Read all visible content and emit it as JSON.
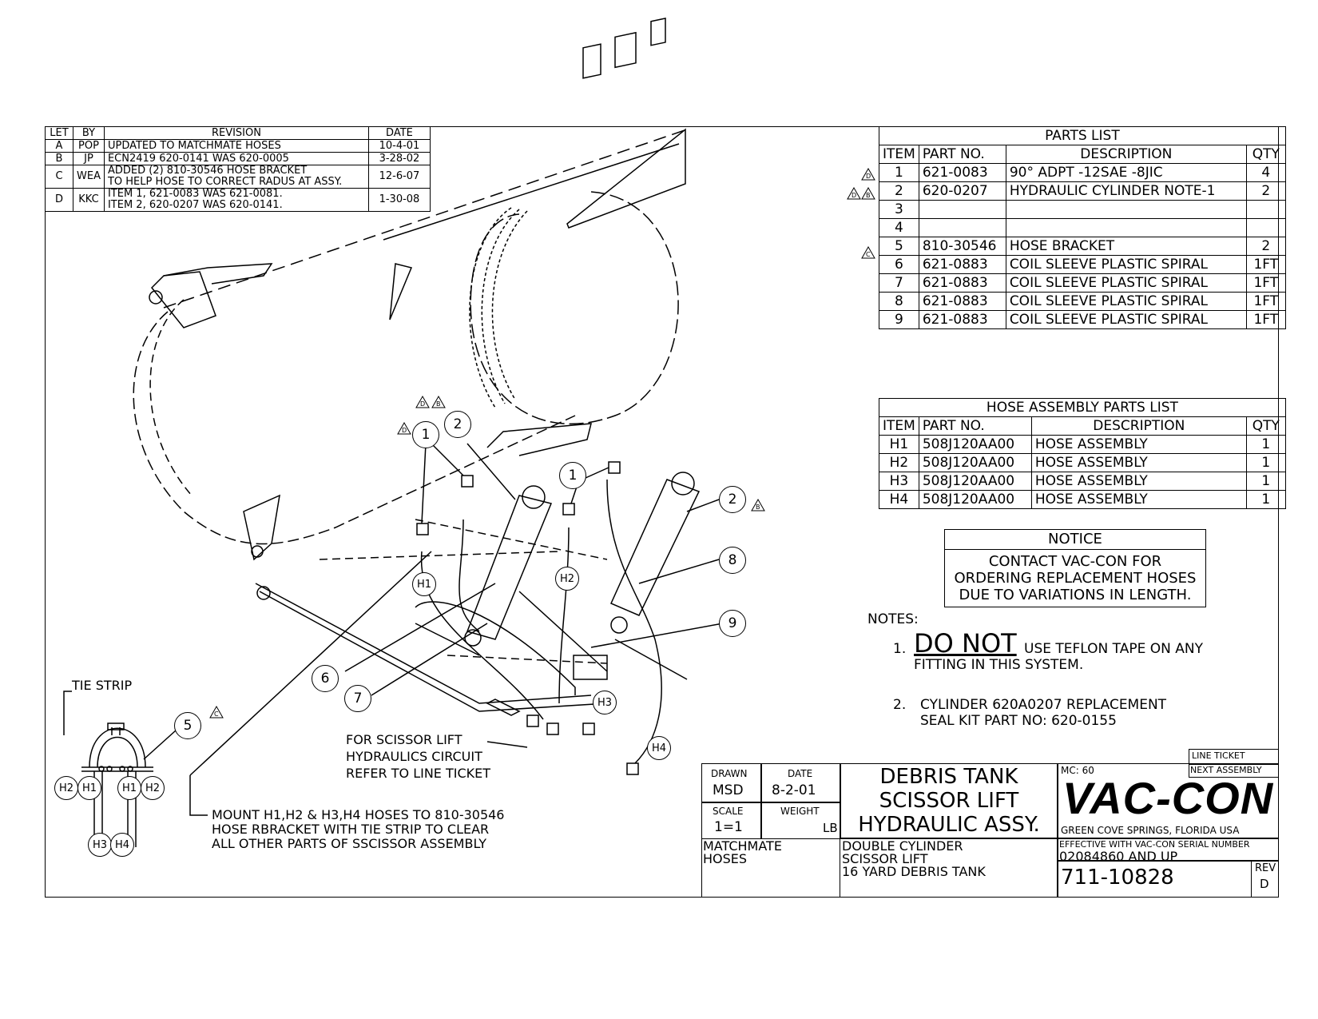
{
  "revisions": {
    "headers": [
      "LET",
      "BY",
      "REVISION",
      "DATE"
    ],
    "rows": [
      {
        "let": "A",
        "by": "POP",
        "revision": "UPDATED TO MATCHMATE HOSES",
        "revision2": "",
        "date": "10-4-01"
      },
      {
        "let": "B",
        "by": "JP",
        "revision": "ECN2419 620-0141 WAS 620-0005",
        "revision2": "",
        "date": "3-28-02"
      },
      {
        "let": "C",
        "by": "WEA",
        "revision": "ADDED (2) 810-30546 HOSE BRACKET",
        "revision2": "TO HELP HOSE TO CORRECT RADUS AT ASSY.",
        "date": "12-6-07"
      },
      {
        "let": "D",
        "by": "KKC",
        "revision": "ITEM 1, 621-0083 WAS 621-0081.",
        "revision2": "ITEM 2, 620-0207 WAS 620-0141.",
        "date": "1-30-08"
      }
    ]
  },
  "parts_list": {
    "title": "PARTS LIST",
    "headers": [
      "ITEM",
      "PART NO.",
      "DESCRIPTION",
      "QTY"
    ],
    "rows": [
      {
        "rev": "D",
        "item": "1",
        "part": "621-0083",
        "desc": "90° ADPT -12SAE -8JIC",
        "qty": "4"
      },
      {
        "rev": "D B",
        "item": "2",
        "part": "620-0207",
        "desc": "HYDRAULIC CYLINDER  NOTE-1",
        "qty": "2"
      },
      {
        "rev": "",
        "item": "3",
        "part": "",
        "desc": "",
        "qty": ""
      },
      {
        "rev": "",
        "item": "4",
        "part": "",
        "desc": "",
        "qty": ""
      },
      {
        "rev": "C",
        "item": "5",
        "part": "810-30546",
        "desc": "HOSE BRACKET",
        "qty": "2"
      },
      {
        "rev": "",
        "item": "6",
        "part": "621-0883",
        "desc": "COIL SLEEVE PLASTIC SPIRAL",
        "qty": "1FT"
      },
      {
        "rev": "",
        "item": "7",
        "part": "621-0883",
        "desc": "COIL SLEEVE PLASTIC SPIRAL",
        "qty": "1FT"
      },
      {
        "rev": "",
        "item": "8",
        "part": "621-0883",
        "desc": "COIL SLEEVE PLASTIC SPIRAL",
        "qty": "1FT"
      },
      {
        "rev": "",
        "item": "9",
        "part": "621-0883",
        "desc": "COIL SLEEVE PLASTIC SPIRAL",
        "qty": "1FT"
      }
    ]
  },
  "hose_list": {
    "title": "HOSE ASSEMBLY PARTS LIST",
    "headers": [
      "ITEM",
      "PART NO.",
      "DESCRIPTION",
      "QTY"
    ],
    "rows": [
      {
        "item": "H1",
        "part": "508J120AA00",
        "desc": "HOSE ASSEMBLY",
        "qty": "1"
      },
      {
        "item": "H2",
        "part": "508J120AA00",
        "desc": "HOSE ASSEMBLY",
        "qty": "1"
      },
      {
        "item": "H3",
        "part": "508J120AA00",
        "desc": "HOSE ASSEMBLY",
        "qty": "1"
      },
      {
        "item": "H4",
        "part": "508J120AA00",
        "desc": "HOSE ASSEMBLY",
        "qty": "1"
      }
    ]
  },
  "notice": {
    "title": "NOTICE",
    "lines": [
      "CONTACT VAC-CON FOR",
      "ORDERING REPLACEMENT HOSES",
      "DUE TO VARIATIONS IN LENGTH."
    ]
  },
  "notes": {
    "title": "NOTES:",
    "n1_num": "1.",
    "n1_emph": "DO NOT",
    "n1_text": "USE TEFLON TAPE ON ANY",
    "n1_text2": "FITTING IN THIS SYSTEM.",
    "n2_num": "2.",
    "n2_text": "CYLINDER 620A0207 REPLACEMENT",
    "n2_text2": "SEAL KIT PART NO: 620-0155"
  },
  "drawing_labels": {
    "tie_strip": "TIE STRIP",
    "scissor_1": "FOR SCISSOR LIFT",
    "scissor_2": "HYDRAULICS CIRCUIT",
    "scissor_3": "REFER TO LINE TICKET",
    "mount_1": "MOUNT H1,H2 & H3,H4 HOSES TO 810-30546",
    "mount_2": "HOSE RBRACKET WITH TIE STRIP TO CLEAR",
    "mount_3": "ALL OTHER PARTS OF SSCISSOR ASSEMBLY"
  },
  "callouts": [
    "1",
    "2",
    "1",
    "2",
    "8",
    "9",
    "6",
    "7",
    "5"
  ],
  "hose_callouts": [
    "H1",
    "H2",
    "H3",
    "H4",
    "H2",
    "H1",
    "H1",
    "H2",
    "H3",
    "H4"
  ],
  "rev_markers": {
    "d": "D",
    "b": "B",
    "c": "C"
  },
  "title_block": {
    "drawn_label": "DRAWN",
    "drawn_value": "MSD",
    "date_label": "DATE",
    "date_value": "8-2-01",
    "scale_label": "SCALE",
    "scale_value": "1=1",
    "weight_label": "WEIGHT",
    "weight_unit": "LB",
    "title_1": "DEBRIS TANK",
    "title_2": "SCISSOR LIFT",
    "title_3": "HYDRAULIC ASSY.",
    "mc": "MC: 60",
    "line_ticket": "LINE TICKET",
    "next_assembly": "NEXT ASSEMBLY",
    "logo": "VAC-CON",
    "location": "GREEN COVE SPRINGS, FLORIDA USA",
    "left_desc_1": "MATCHMATE",
    "left_desc_2": "HOSES",
    "desc_1": "DOUBLE CYLINDER",
    "desc_2": "SCISSOR LIFT",
    "desc_3": "16 YARD DEBRIS TANK",
    "effective_label": "EFFECTIVE WITH VAC-CON SERIAL NUMBER",
    "effective_value": "02084860 AND UP",
    "drawing_number": "711-10828",
    "rev_label": "REV",
    "rev_value": "D"
  }
}
